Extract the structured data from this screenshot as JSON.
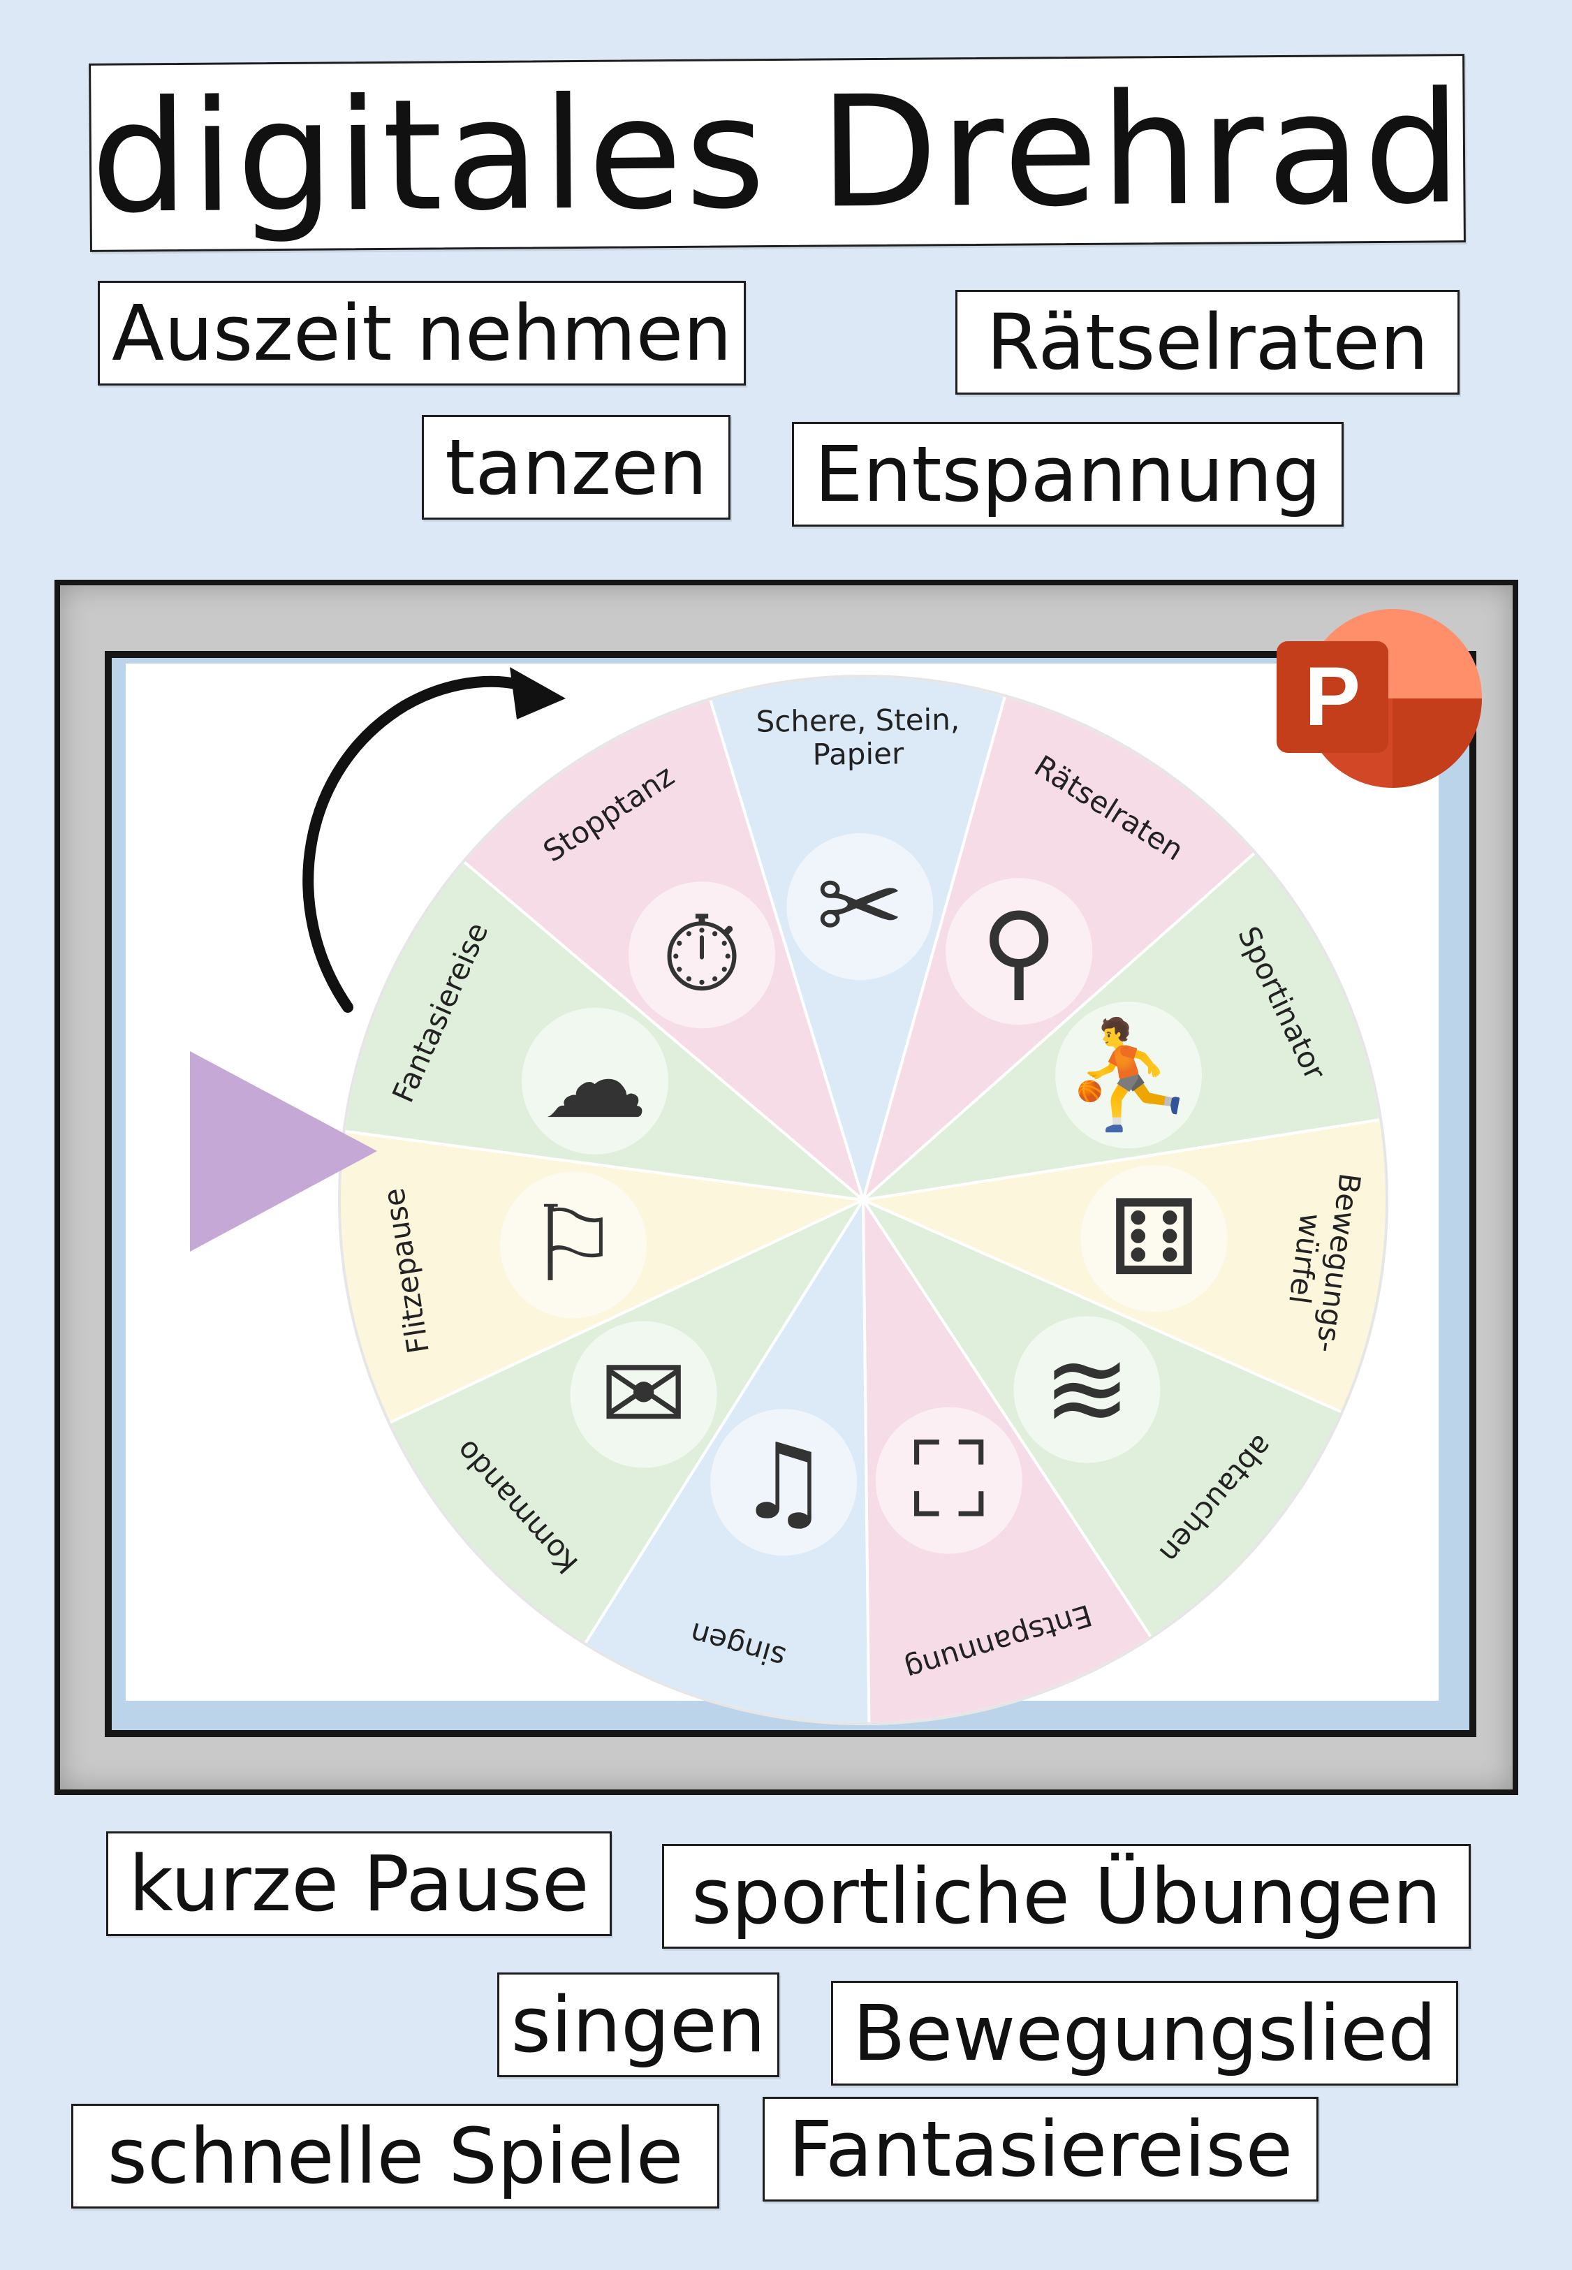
{
  "title": "digitales Drehrad",
  "tags_top": [
    "Auszeit nehmen",
    "Rätselraten",
    "tanzen",
    "Entspannung"
  ],
  "tags_bottom": [
    "kurze Pause",
    "sportliche Übungen",
    "singen",
    "Bewegungslied",
    "schnelle Spiele",
    "Fantasiereise"
  ],
  "app_badge": "P",
  "wheel": {
    "segments": [
      {
        "label": "Schere, Stein,",
        "label2": "Papier",
        "color": "#dce9f7",
        "icon": "scissors-paper-rock-icon"
      },
      {
        "label": "Rätselraten",
        "color": "#f6dce6",
        "icon": "magnifier-icon"
      },
      {
        "label": "Sportinator",
        "color": "#e0efdc",
        "icon": "athletes-icon"
      },
      {
        "label": "Bewegungs-",
        "label2": "würfel",
        "color": "#fbf6dc",
        "icon": "dice-icon"
      },
      {
        "label": "abtauchen",
        "color": "#e0efdc",
        "icon": "diving-splash-icon"
      },
      {
        "label": "Entspannung",
        "color": "#f6dce6",
        "icon": "armchair-icon"
      },
      {
        "label": "singen",
        "color": "#dce9f7",
        "icon": "music-notes-icon"
      },
      {
        "label": "Kommando",
        "color": "#e0efdc",
        "icon": "speech-bubble-uk-flag-icon"
      },
      {
        "label": "Flitzepause",
        "color": "#fbf6dc",
        "icon": "whistle-icon"
      },
      {
        "label": "Fantasiereise",
        "color": "#e0efdc",
        "icon": "palm-island-cloud-icon"
      },
      {
        "label": "Stopptanz",
        "color": "#f6dce6",
        "icon": "stopwatch-music-icon"
      }
    ],
    "pointer_color": "#c6a8d6",
    "arrow_icon": "spin-arrow-icon"
  },
  "colors": {
    "background": "#dce8f6",
    "ppt_orange": "#d24726",
    "ppt_light": "#ff8f6b"
  }
}
